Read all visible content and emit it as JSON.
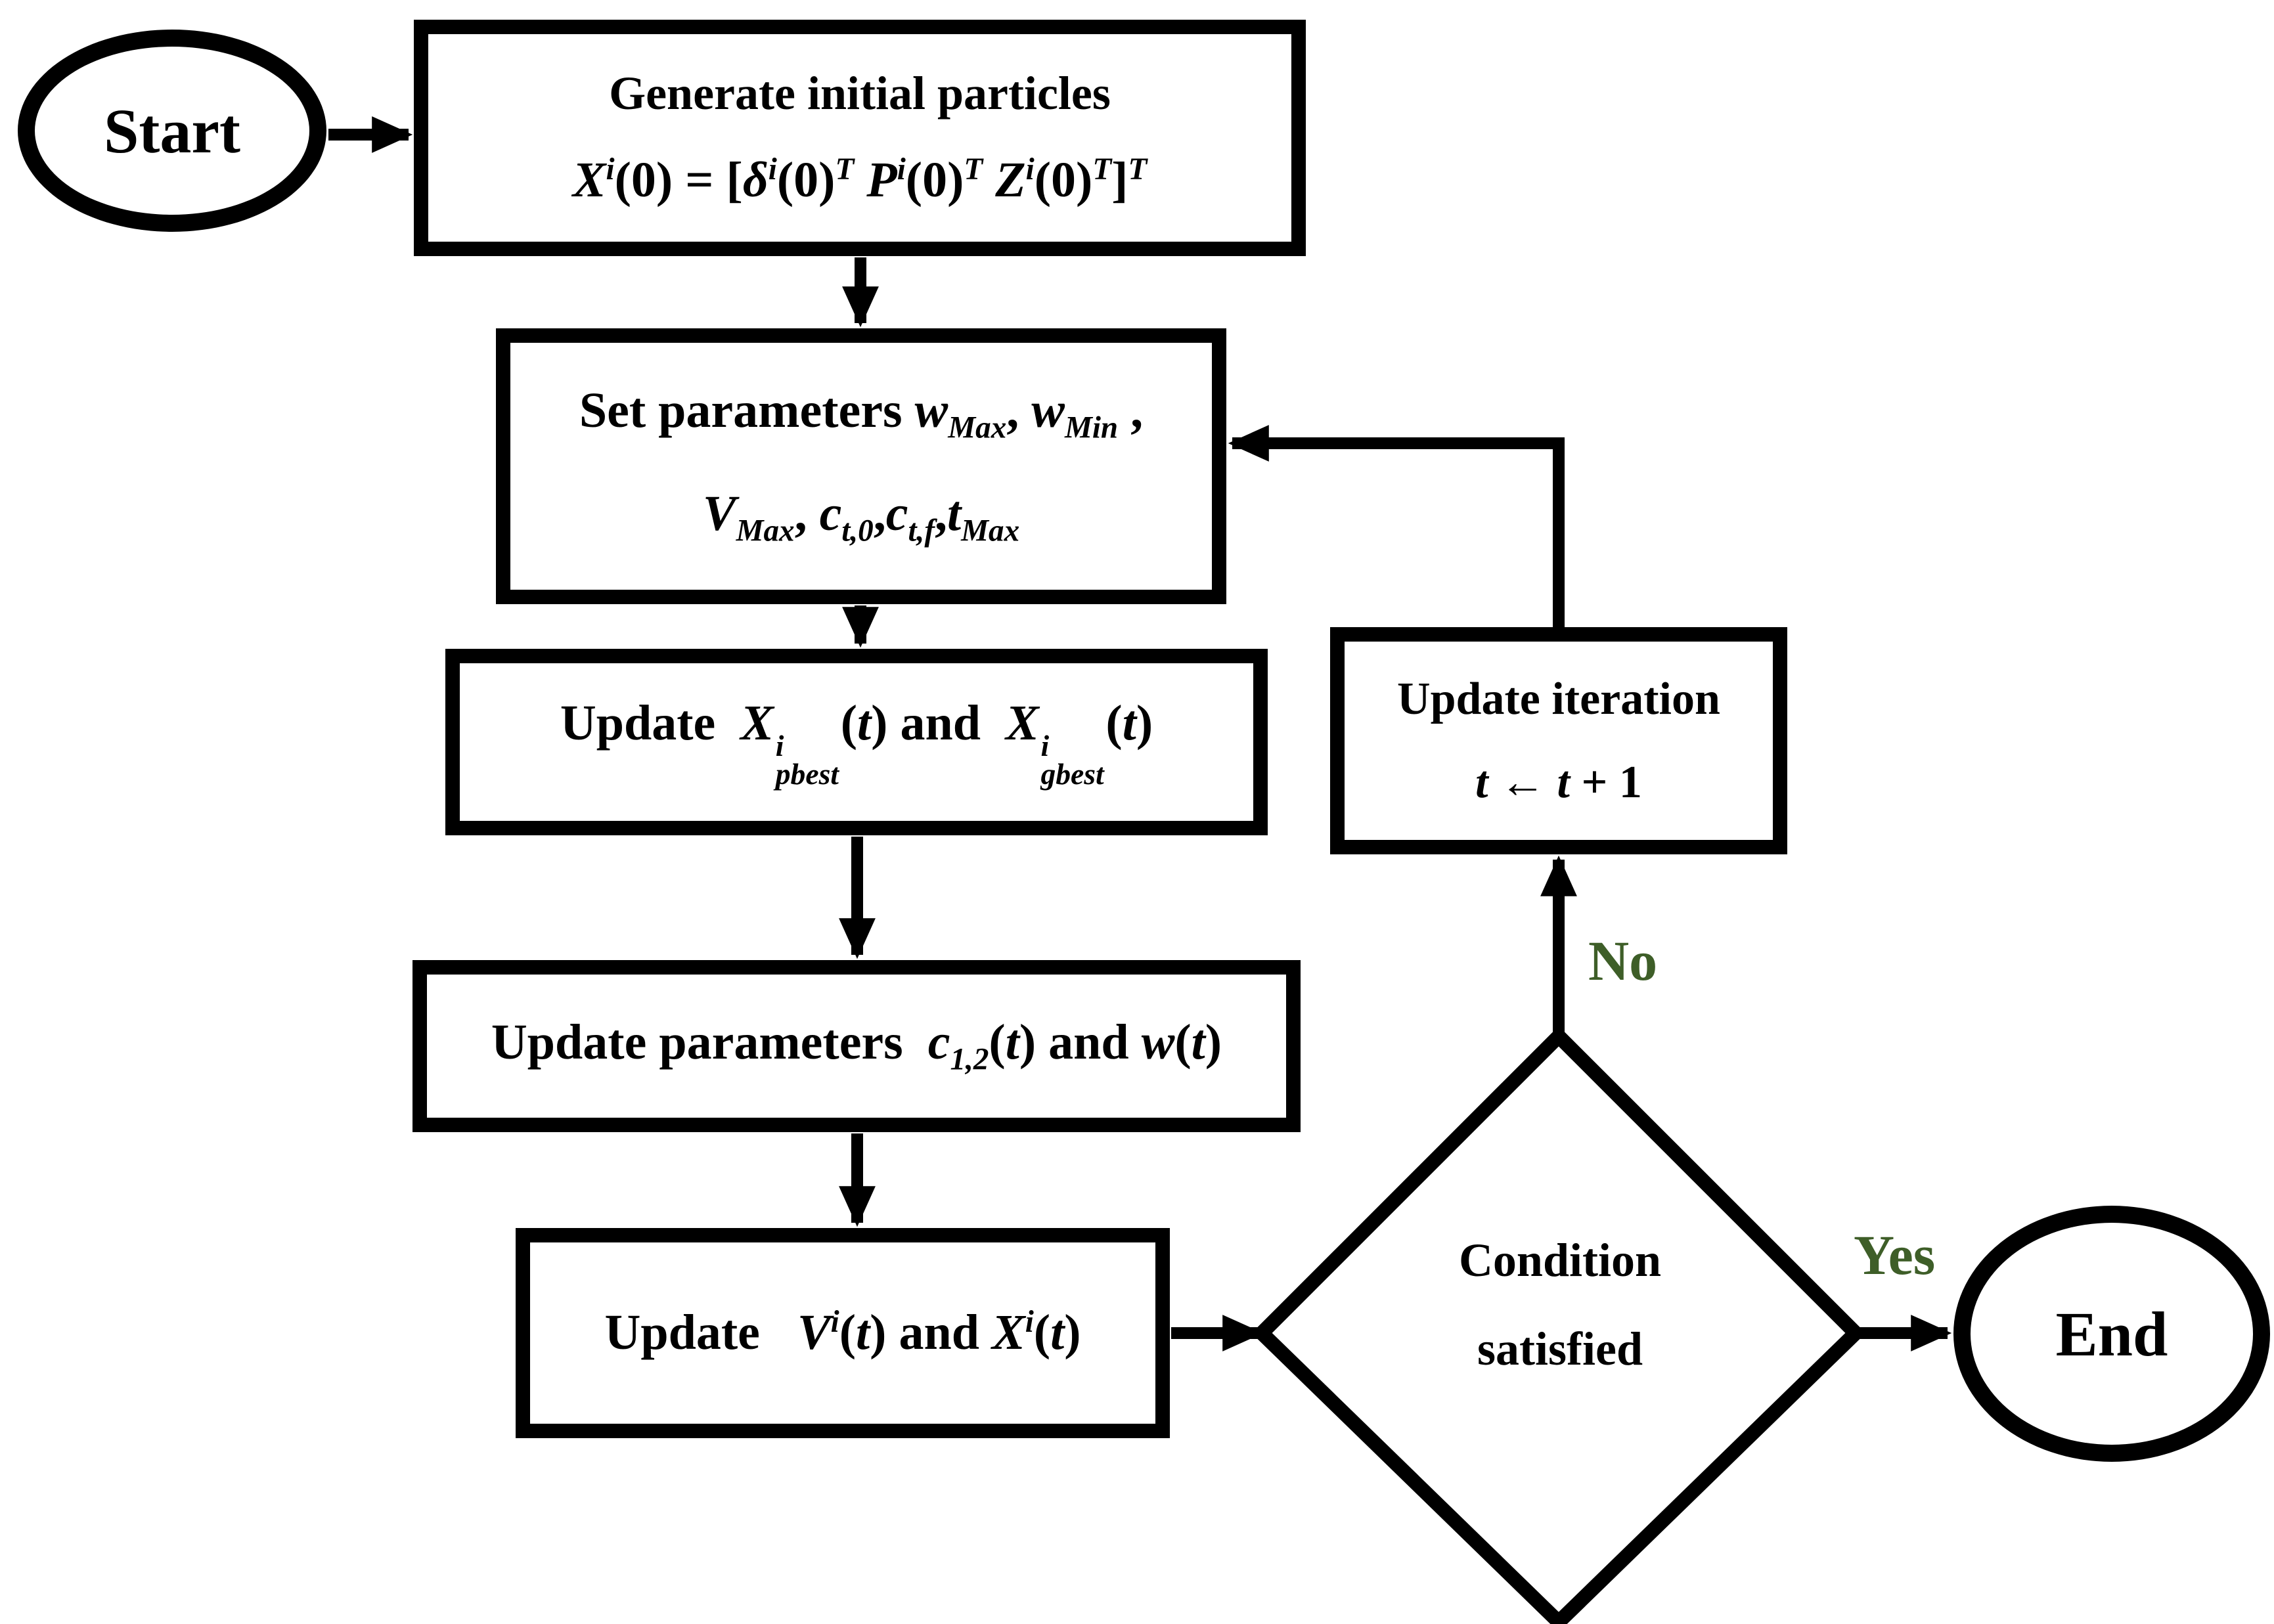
{
  "colors": {
    "stroke": "#000000",
    "branch_label": "#3e5e28",
    "background": "#ffffff"
  },
  "nodes": {
    "start": {
      "label": "Start"
    },
    "generate": {
      "title": "Generate initial particles",
      "formula": [
        {
          "i": "X"
        },
        {
          "sup": "i"
        },
        "(0) = [",
        {
          "i": "δ"
        },
        {
          "sup": "i"
        },
        "(0)",
        {
          "sup": "T"
        },
        " ",
        {
          "i": "P"
        },
        {
          "sup": "i"
        },
        "(0)",
        {
          "sup": "T"
        },
        " ",
        {
          "i": "Z"
        },
        {
          "sup": "i"
        },
        "(0)",
        {
          "sup": "T"
        },
        "]",
        {
          "sup": "T"
        }
      ]
    },
    "set_params": {
      "line1": [
        "Set parameters ",
        {
          "i": "w"
        },
        {
          "sub": "Max"
        },
        ", ",
        {
          "i": "w"
        },
        {
          "sub": "Min"
        },
        " ,"
      ],
      "line2": [
        {
          "i": "V"
        },
        {
          "sub": "Max"
        },
        ", ",
        {
          "i": "c"
        },
        {
          "sub": "t,0"
        },
        ",",
        {
          "i": "c"
        },
        {
          "sub": "t,f"
        },
        ",",
        {
          "i": "t"
        },
        {
          "sub": "Max"
        }
      ]
    },
    "update_best": {
      "line": [
        "Update  ",
        {
          "i": "X"
        },
        {
          "stack": [
            "i",
            "pbest"
          ]
        },
        "(",
        {
          "i": "t"
        },
        ") and  ",
        {
          "i": "X"
        },
        {
          "stack": [
            "i",
            "gbest"
          ]
        },
        "(",
        {
          "i": "t"
        },
        ")"
      ]
    },
    "update_params": {
      "line": [
        "Update parameters  ",
        {
          "i": "c"
        },
        {
          "sub": "1,2"
        },
        "(",
        {
          "i": "t"
        },
        ") and ",
        {
          "i": "w"
        },
        "(",
        {
          "i": "t"
        },
        ")"
      ]
    },
    "update_vx": {
      "line": [
        "Update   ",
        {
          "i": "V"
        },
        {
          "sup": "i"
        },
        "(",
        {
          "i": "t"
        },
        ") and ",
        {
          "i": "X"
        },
        {
          "sup": "i"
        },
        "(",
        {
          "i": "t"
        },
        ")"
      ]
    },
    "condition": {
      "line1": "Condition",
      "line2": "satisfied"
    },
    "update_iteration": {
      "line1": "Update iteration",
      "line2": [
        {
          "i": "t"
        },
        " ← ",
        {
          "i": "t"
        },
        " + 1"
      ]
    },
    "end": {
      "label": "End"
    }
  },
  "edges": {
    "no_label": "No",
    "yes_label": "Yes"
  }
}
